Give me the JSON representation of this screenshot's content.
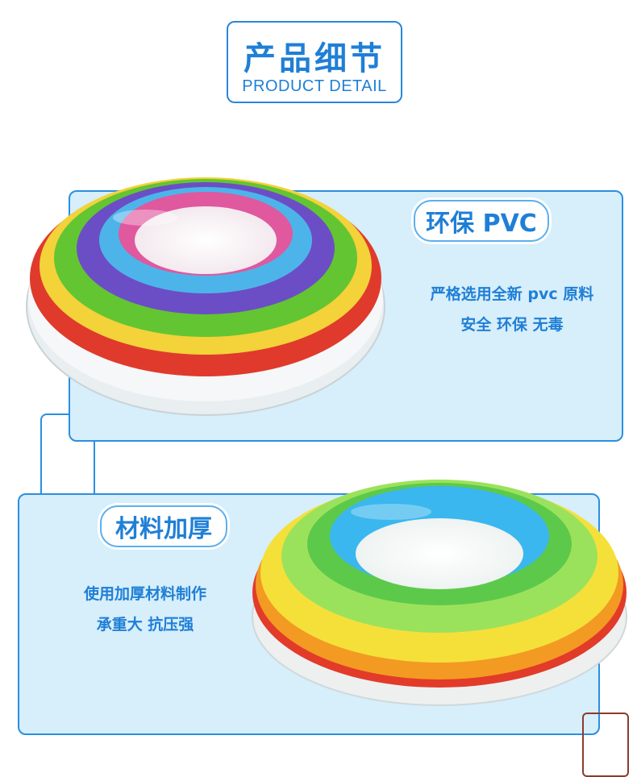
{
  "header": {
    "title": "产品细节",
    "subtitle": "PRODUCT DETAIL"
  },
  "features": [
    {
      "tag": "环保 PVC",
      "line1": "严格选用全新 pvc 原料",
      "line2": "安全 环保 无毒"
    },
    {
      "tag": "材料加厚",
      "line1": "使用加厚材料制作",
      "line2": "承重大 抗压强"
    }
  ],
  "colors": {
    "accent": "#1f7fd6",
    "panel_bg": "#d7eefb",
    "panel_border": "#2b8fe0"
  }
}
